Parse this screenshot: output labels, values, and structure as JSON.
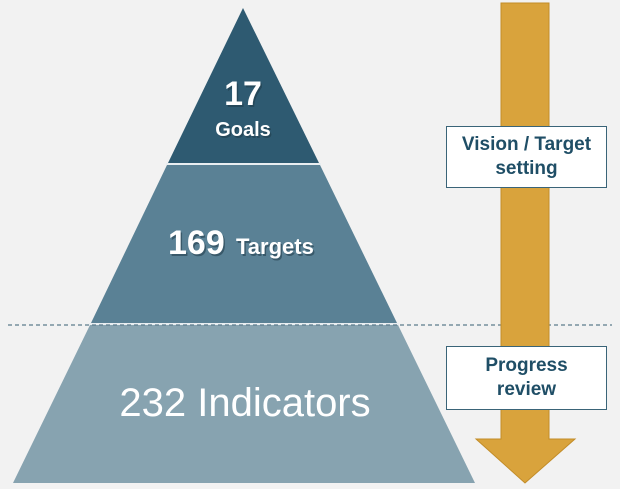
{
  "pyramid": {
    "goals": {
      "count": "17",
      "label": "Goals"
    },
    "targets": {
      "count": "169",
      "label": "Targets"
    },
    "indicators": {
      "text": "232 Indicators"
    }
  },
  "side_labels": {
    "vision_line1": "Vision / Target",
    "vision_line2": "setting",
    "progress_line1": "Progress",
    "progress_line2": "review"
  },
  "colors": {
    "background": "#f2f2f2",
    "goals_tier": "#2e5a71",
    "targets_tier": "#5a8195",
    "indicators_tier": "#87a3b0",
    "arrow": "#d9a33c",
    "box_text": "#1f4e66"
  }
}
